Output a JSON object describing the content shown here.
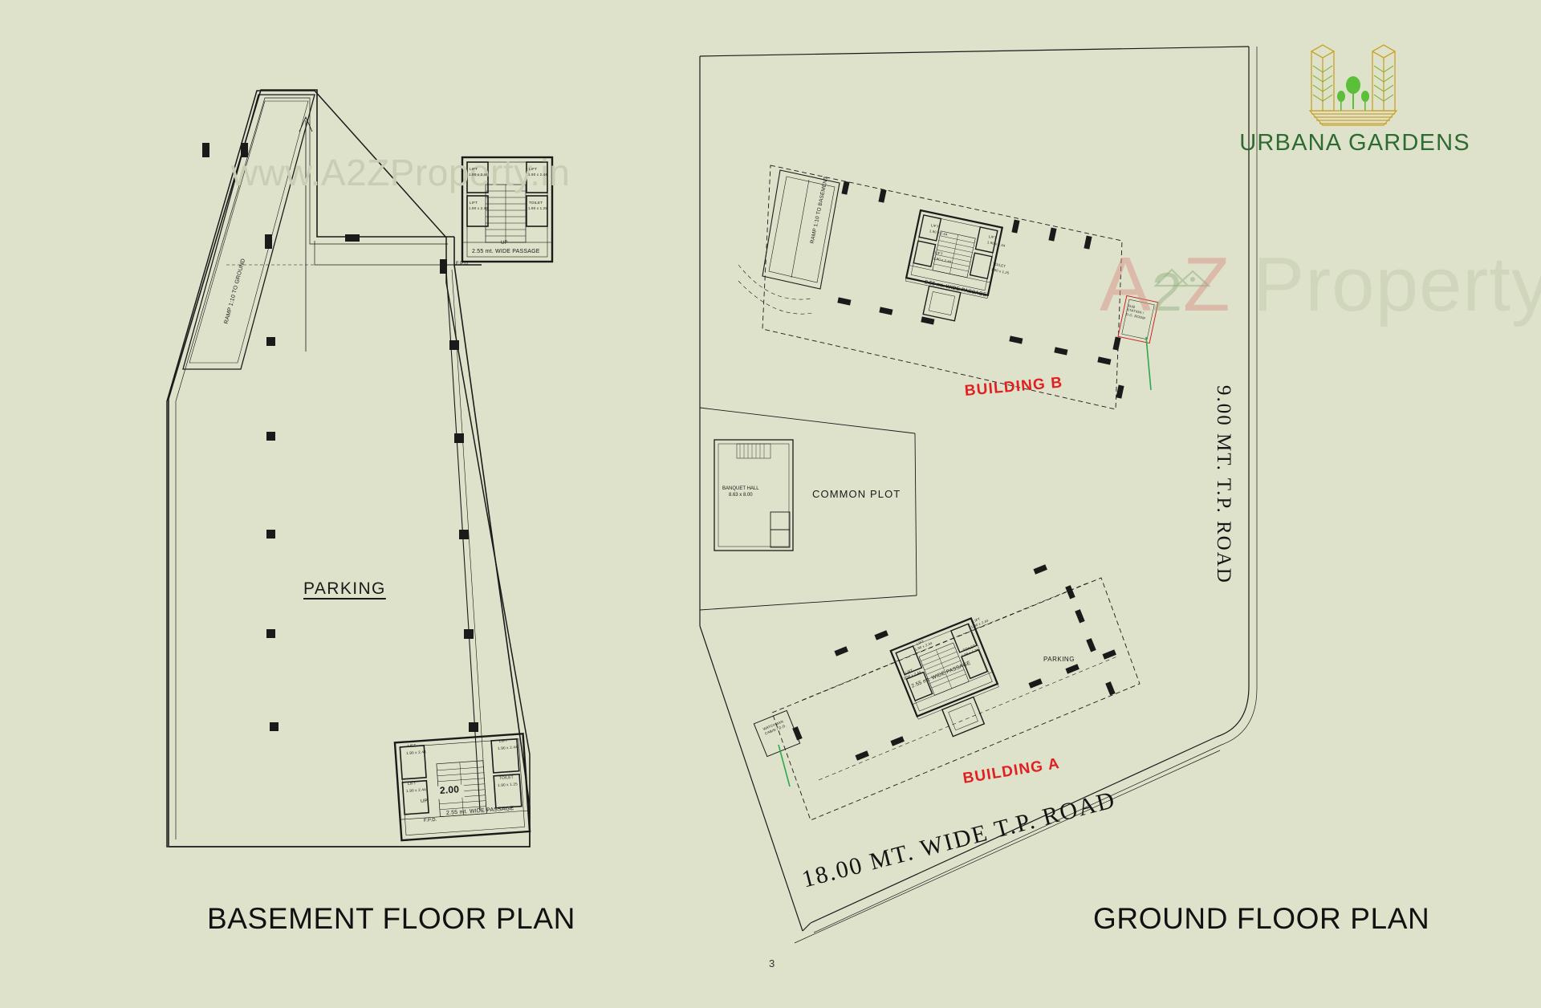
{
  "document": {
    "page_number": "3",
    "background_color": "#dfe2cb",
    "ink_color": "#111111"
  },
  "brand": {
    "logo_name": "urbana-gardens-logo",
    "title": "URBANA GARDENS",
    "title_color": "#2e6b33",
    "tower_outline_color": "#c9a227",
    "leaf_color": "#8ab33a",
    "tree_color": "#5bbf3a"
  },
  "watermarks": {
    "site_url": "www.A2ZProperty.in",
    "brand_parts": {
      "a": "A",
      "two": "2",
      "z": "Z",
      "rest": " Property"
    },
    "color_muted": "#c9cdb4"
  },
  "plans": [
    {
      "id": "basement",
      "title": "BASEMENT FLOOR PLAN",
      "labels": {
        "parking": "PARKING",
        "ramp": "RAMP 1:10 TO GROUND",
        "passage_top": "2.55 mt. WIDE PASSAGE",
        "passage_bottom": "2.55 mt. WIDE PASSAGE",
        "up_top": "UP",
        "up_bottom": "UP",
        "fpd_top": "F.P.D.",
        "fpd_bottom": "F.P.D.",
        "dim_200": "2.00"
      },
      "core_cells_top": [
        {
          "name": "LIFT",
          "dims": "1.90 x 2.44"
        },
        {
          "name": "LIFT",
          "dims": "1.90 x 2.44"
        },
        {
          "name": "LIFT",
          "dims": "1.90 x 2.44"
        },
        {
          "name": "TOILET",
          "dims": "1.90 x 1.25"
        }
      ],
      "core_cells_bottom": [
        {
          "name": "LIFT",
          "dims": "1.90 x 2.44"
        },
        {
          "name": "LIFT",
          "dims": "1.90 x 2.44"
        },
        {
          "name": "LIFT",
          "dims": "1.90 x 2.44"
        },
        {
          "name": "TOILET",
          "dims": "1.90 x 1.25"
        }
      ]
    },
    {
      "id": "ground",
      "title": "GROUND FLOOR PLAN",
      "labels": {
        "building_a": "BUILDING A",
        "building_b": "BUILDING B",
        "common_plot": "COMMON PLOT",
        "parking": "PARKING",
        "banquet_hall": "BANQUET HALL\n8.63 x 8.00",
        "passage_b": "2.55 mt. WIDE PASSAGE",
        "passage_a": "2.55 mt. WIDE PASSAGE",
        "ramp": "RAMP 1:10 TO BASEMENT",
        "watchman_a": "WATCHMAN\nCABIN / D.G.",
        "watchman_b": "SUB\nSTATION /\nD.G. ROOM"
      },
      "core_cells_b": [
        {
          "name": "LIFT",
          "dims": "1.90 x 2.44"
        },
        {
          "name": "LIFT",
          "dims": "1.90 x 2.44"
        },
        {
          "name": "LIFT",
          "dims": "1.90 x 2.44"
        },
        {
          "name": "TOILET",
          "dims": "1.90 x 1.25"
        }
      ],
      "core_cells_a": [
        {
          "name": "LIFT",
          "dims": "1.90 x 2.44"
        },
        {
          "name": "LIFT",
          "dims": "1.90 x 2.44"
        },
        {
          "name": "LIFT",
          "dims": "1.90 x 2.44"
        },
        {
          "name": "TOILET",
          "dims": "1.90 x 1.25"
        }
      ]
    }
  ],
  "roads": [
    {
      "id": "road-18",
      "label": "18.00  MT. WIDE  T.P. ROAD",
      "orientation": "bottom-diagonal"
    },
    {
      "id": "road-9",
      "label": "9.00  MT. T.P. ROAD",
      "orientation": "right-vertical"
    }
  ],
  "colors": {
    "building_label_red": "#e02020",
    "plan_line": "#1a1a1a",
    "green_accent": "#2fa84f"
  }
}
